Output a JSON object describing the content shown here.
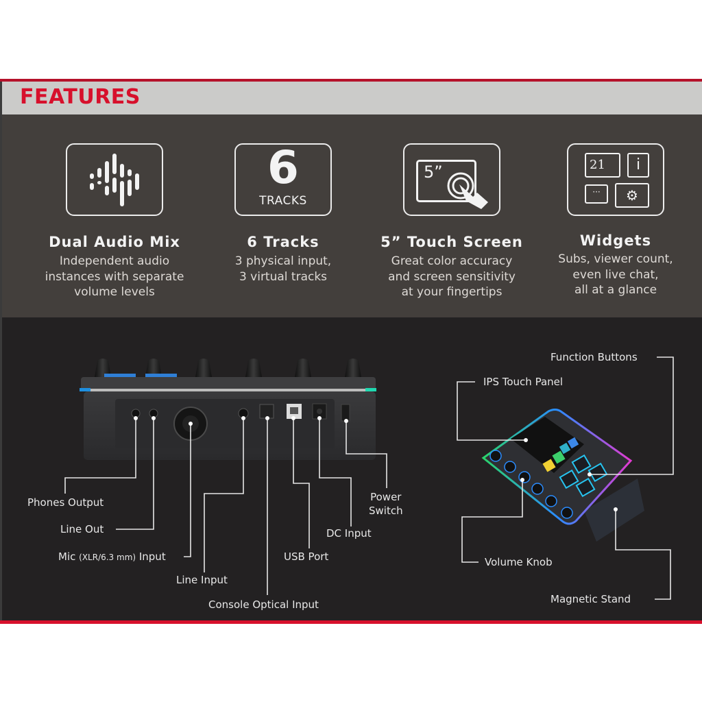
{
  "header": {
    "title": "FEATURES"
  },
  "features": [
    {
      "icon": "waveform-icon",
      "title": "Dual Audio Mix",
      "description": "Independent audio\ninstances with separate\nvolume levels"
    },
    {
      "icon": "six-tracks-icon",
      "icon_number": "6",
      "icon_caption": "TRACKS",
      "title": "6 Tracks",
      "description": "3 physical input,\n3 virtual tracks"
    },
    {
      "icon": "touch-screen-icon",
      "icon_text": "5”",
      "title": "5” Touch Screen",
      "description": "Great color accuracy\nand screen sensitivity\nat your fingertips"
    },
    {
      "icon": "widgets-icon",
      "icon_text": "21",
      "title": "Widgets",
      "description": "Subs, viewer count,\neven live chat,\nall at a glance"
    }
  ],
  "rear_ports": {
    "phones_output": "Phones Output",
    "line_out": "Line Out",
    "mic_input_prefix": "Mic",
    "mic_input_spec": "(XLR/6.3 mm)",
    "mic_input_suffix": "Input",
    "line_input": "Line Input",
    "console_optical_input": "Console Optical Input",
    "usb_port": "USB Port",
    "dc_input": "DC Input",
    "power_switch_line1": "Power",
    "power_switch_line2": "Switch"
  },
  "device_parts": {
    "function_buttons": "Function Buttons",
    "ips_touch_panel": "IPS Touch Panel",
    "volume_knob": "Volume Knob",
    "magnetic_stand": "Magnetic Stand"
  },
  "colors": {
    "accent_red": "#d7102c",
    "header_bg": "#cbcbc9",
    "features_bg": "#433f3c",
    "lower_bg": "#232122"
  }
}
